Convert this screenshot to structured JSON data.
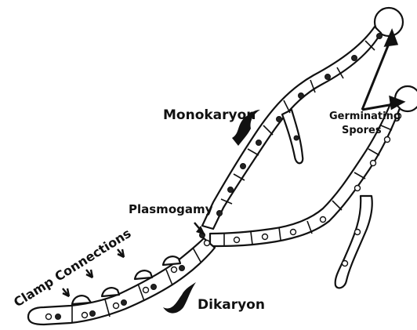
{
  "labels": {
    "monokaryon": "Monokaryon",
    "germinating_1": "Germinating",
    "germinating_2": "Spores",
    "plasmogamy": "Plasmogamy",
    "clamp_connections": "Clamp Connections",
    "dikaryon": "Dikaryon"
  },
  "colors": {
    "ink": "#111111",
    "background": "#ffffff",
    "nucleus_dark": "#222222"
  }
}
